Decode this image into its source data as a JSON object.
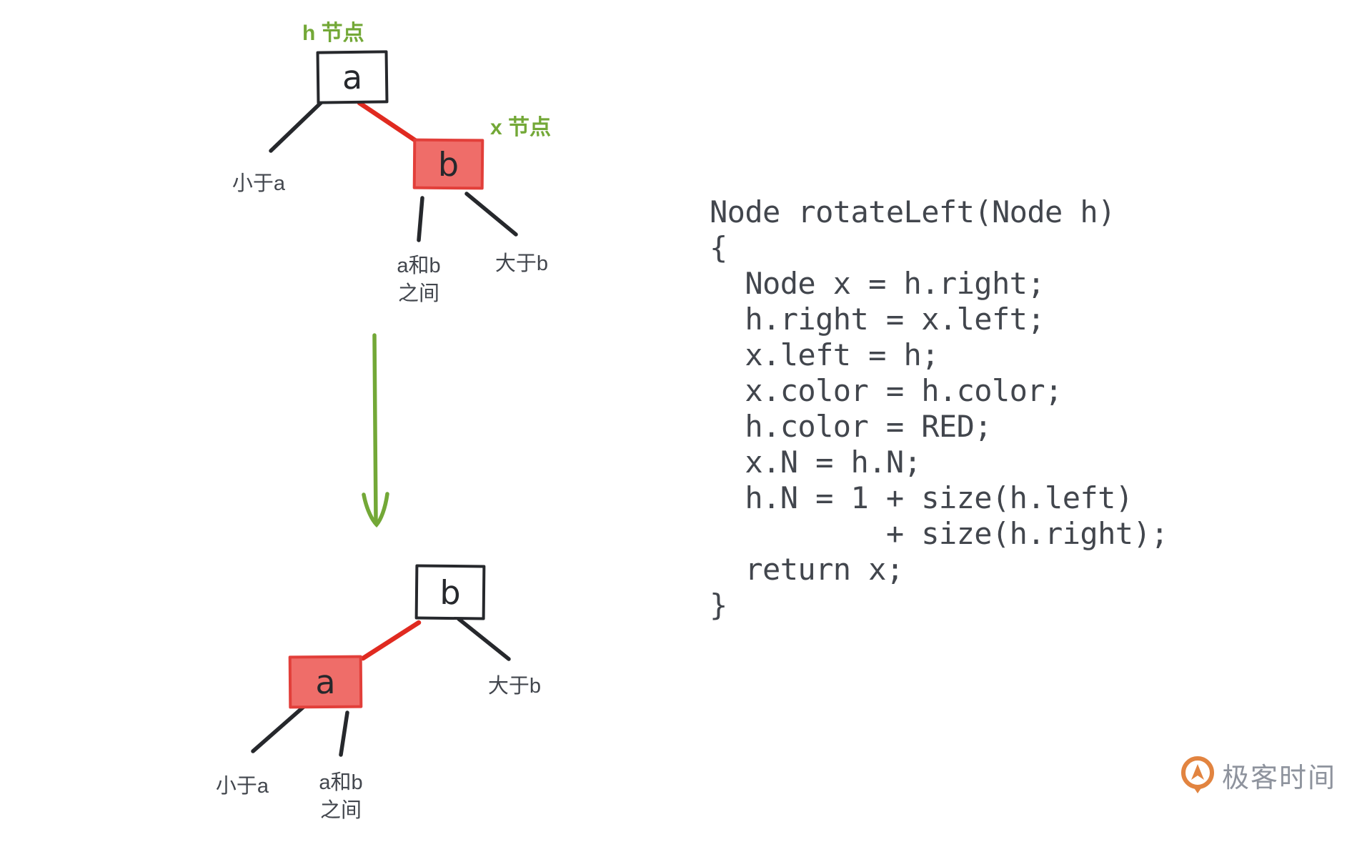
{
  "colors": {
    "background": "#ffffff",
    "edge_black": "#26282c",
    "red_fill": "#ef6d69",
    "red_border": "#e23f3a",
    "red_link": "#e02a20",
    "green": "#73a837",
    "text_dark": "#42464d",
    "logo_orange": "#e28440",
    "logo_gray": "#8e939d"
  },
  "top_diagram": {
    "h_node_tag": "h 节点",
    "x_node_tag": "x 节点",
    "node_a_label": "a",
    "node_b_label": "b",
    "less_than_a": "小于a",
    "between_ab_line1": "a和b",
    "between_ab_line2": "之间",
    "greater_than_b": "大于b"
  },
  "bottom_diagram": {
    "node_b_label": "b",
    "node_a_label": "a",
    "less_than_a": "小于a",
    "between_ab_line1": "a和b",
    "between_ab_line2": "之间",
    "greater_than_b": "大于b"
  },
  "code_block": {
    "lines": [
      "Node rotateLeft(Node h)",
      "{",
      "  Node x = h.right;",
      "  h.right = x.left;",
      "  x.left = h;",
      "  x.color = h.color;",
      "  h.color = RED;",
      "  x.N = h.N;",
      "  h.N = 1 + size(h.left)",
      "          + size(h.right);",
      "  return x;",
      "}"
    ]
  },
  "footer": {
    "logo_text": "极客时间"
  }
}
